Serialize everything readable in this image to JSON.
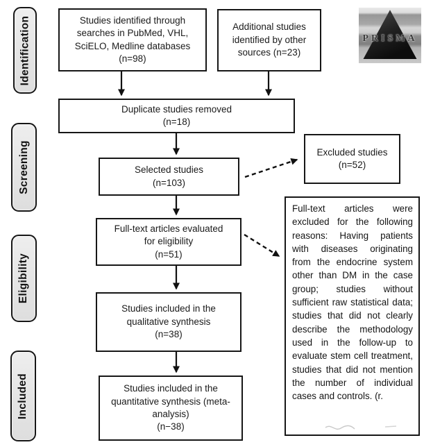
{
  "diagram": {
    "title": "PRISMA study selection flow diagram",
    "stages": [
      {
        "label": "Identification"
      },
      {
        "label": "Screening"
      },
      {
        "label": "Eligibility"
      },
      {
        "label": "Included"
      }
    ],
    "boxes": {
      "identified": "Studies identified through\nsearches in PubMed, VHL,\nSciELO, Medline databases\n(n=98)",
      "additional": "Additional studies\nidentified by other\nsources (n=23)",
      "duplicate": "Duplicate studies removed\n(n=18)",
      "selected": "Selected studies\n(n=103)",
      "excluded": "Excluded studies\n(n=52)",
      "fulltext": "Full-text articles evaluated\nfor eligibility\n(n=51)",
      "qualitative": "Studies included in the\nqualitative synthesis\n(n=38)",
      "quantitative": "Studies included in the\nquantitative synthesis (meta-\nanalysis)\n(n−38)",
      "exclusion_reasons": "Full-text articles were excluded for the following reasons: Having patients with diseases originating from the endocrine system other than DM in the case group; studies without sufficient raw statistical data; studies that did not clearly describe the methodology used in the follow-up to evaluate stem cell treatment, studies that did not mention the number of individual cases and controls. (r."
    },
    "logo": {
      "text": "PRISMA"
    },
    "colors": {
      "border": "#161616",
      "stage_fill": "#e8e8e8",
      "text": "#1a1a1a",
      "background": "#ffffff"
    }
  }
}
